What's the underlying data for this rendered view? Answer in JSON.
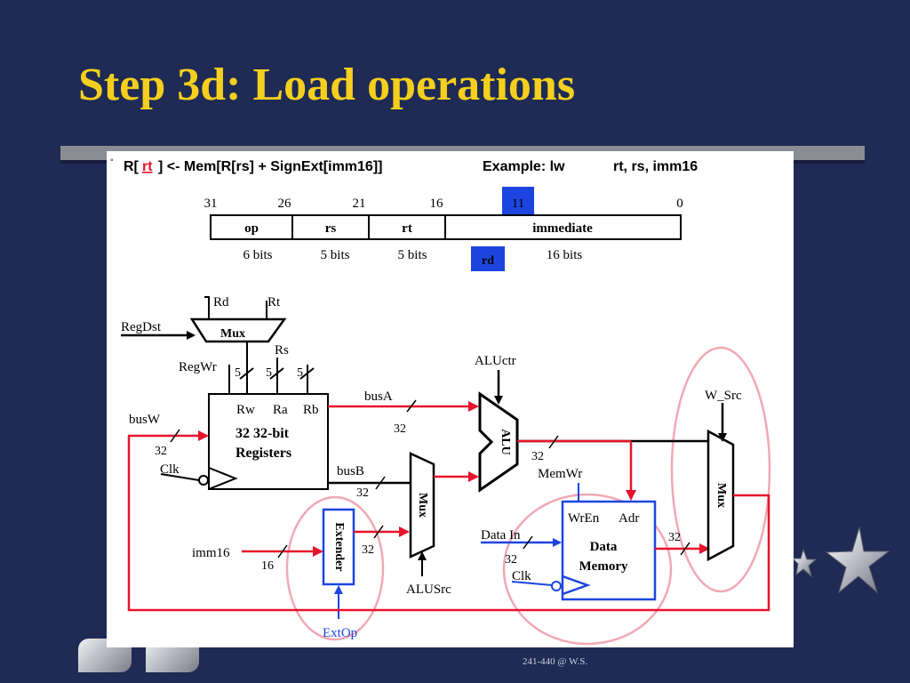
{
  "slide": {
    "title": "Step 3d: Load operations",
    "footer": "241-440 @ W.S."
  },
  "header": {
    "bullet": "°",
    "rtl_pre": "R[",
    "rtl_rt": "rt",
    "rtl_post": "] <- Mem[R[rs] + SignExt[imm16]]",
    "example_label": "Example: lw",
    "example_operands": "rt, rs, imm16"
  },
  "format": {
    "bit_positions": [
      "31",
      "26",
      "21",
      "16",
      "11",
      "0"
    ],
    "fields": [
      "op",
      "rs",
      "rt",
      "immediate"
    ],
    "sizes": [
      "6 bits",
      "5 bits",
      "5 bits",
      "16 bits"
    ],
    "rd_label": "rd"
  },
  "datapath": {
    "regdst_mux": {
      "control": "RegDst",
      "label": "Mux",
      "input_rd": "Rd",
      "input_rt": "Rt"
    },
    "regwr": "RegWr",
    "rs": "Rs",
    "width5": "5",
    "regfile": {
      "rw": "Rw",
      "ra": "Ra",
      "rb": "Rb",
      "name1": "32 32-bit",
      "name2": "Registers"
    },
    "busW": "busW",
    "busA": "busA",
    "busB": "busB",
    "clk": "Clk",
    "width32": "32",
    "width16": "16",
    "aluctr": "ALUctr",
    "alu": "ALU",
    "alusrc_mux": {
      "label": "Mux",
      "control": "ALUSrc"
    },
    "imm16": "imm16",
    "extender": {
      "label": "Extender",
      "control": "ExtOp"
    },
    "memwr": "MemWr",
    "memory": {
      "wren": "WrEn",
      "adr": "Adr",
      "name1": "Data",
      "name2": "Memory",
      "data_in": "Data In"
    },
    "wsrc_mux": {
      "control": "W_Src",
      "label": "Mux"
    }
  },
  "colors": {
    "background": "#1f2b54",
    "title": "#f5cf1d",
    "highlight_blue": "#1c45e0",
    "wire_red": "#e8132c",
    "circle_pink": "#f0a9b4"
  }
}
